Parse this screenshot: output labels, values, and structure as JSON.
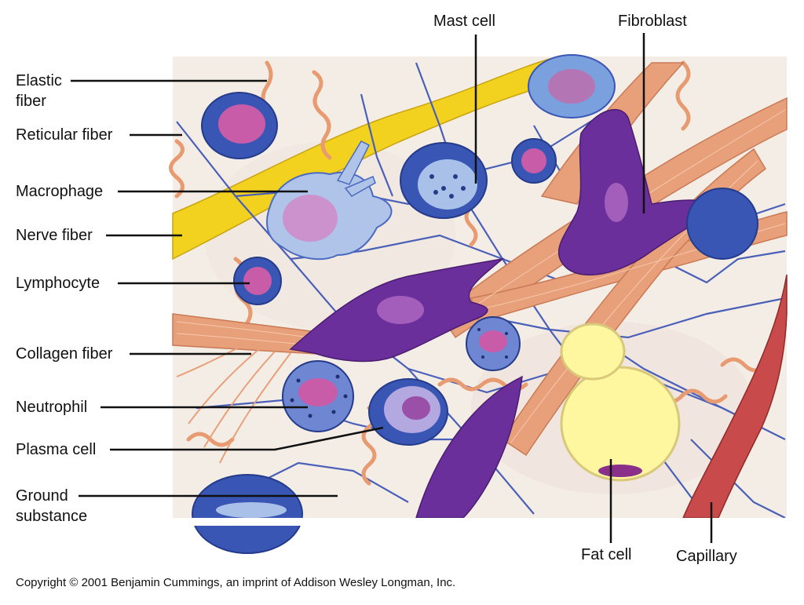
{
  "labels": {
    "elastic_fiber_1": "Elastic",
    "elastic_fiber_2": "fiber",
    "reticular_fiber": "Reticular fiber",
    "macrophage": "Macrophage",
    "nerve_fiber": "Nerve fiber",
    "lymphocyte": "Lymphocyte",
    "collagen_fiber": "Collagen fiber",
    "neutrophil": "Neutrophil",
    "plasma_cell": "Plasma cell",
    "ground_substance_1": "Ground",
    "ground_substance_2": "substance",
    "mast_cell": "Mast cell",
    "fibroblast": "Fibroblast",
    "fat_cell": "Fat cell",
    "capillary": "Capillary"
  },
  "copyright": "Copyright © 2001 Benjamin Cummings, an imprint of Addison Wesley Longman, Inc.",
  "colors": {
    "ground": "#f3ede6",
    "collagen": "#e8a07a",
    "elastic": "#e89a70",
    "reticular": "#4a5fb8",
    "nerve": "#f2d21e",
    "fibroblast": "#6a2f9a",
    "cell_blue": "#3a56b5",
    "cell_pink": "#c85ca8",
    "fat": "#fff7a0",
    "capillary": "#c94a4a"
  }
}
